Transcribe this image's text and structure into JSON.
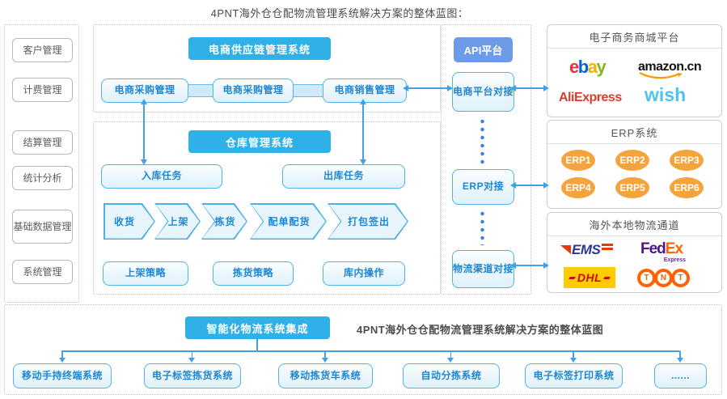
{
  "title": "4PNT海外仓仓配物流管理系统解决方案的整体蓝图：",
  "sidebar": {
    "items": [
      "客户管理",
      "计费管理",
      "结算管理",
      "统计分析",
      "基础数据管理",
      "系统管理"
    ]
  },
  "supply": {
    "header": "电商供应链管理系统",
    "modules": [
      "电商采购管理",
      "电商采购管理",
      "电商销售管理"
    ]
  },
  "warehouse": {
    "header": "仓库管理系统",
    "inbound": "入库任务",
    "outbound": "出库任务",
    "steps": [
      "收货",
      "上架",
      "拣货",
      "配单配货",
      "打包签出"
    ],
    "strategies": [
      "上架策略",
      "拣货策略",
      "库内操作"
    ]
  },
  "api": {
    "header": "API平台",
    "nodes": [
      "电商平台对接",
      "ERP对接",
      "物流渠道对接"
    ]
  },
  "platforms": {
    "header": "电子商务商城平台",
    "ebay": [
      "e",
      "b",
      "a",
      "y"
    ],
    "amazon": "amazon.cn",
    "aliexpress": "AliExpress",
    "wish": "wish"
  },
  "erp": {
    "header": "ERP系统",
    "items": [
      "ERP1",
      "ERP2",
      "ERP3",
      "ERP4",
      "ERP5",
      "ERP6"
    ]
  },
  "logistics": {
    "header": "海外本地物流通道",
    "ems": "EMS",
    "fedex_fed": "Fed",
    "fedex_ex": "Ex",
    "fedex_sub": "Express",
    "dhl": "DHL",
    "tnt": [
      "T",
      "N",
      "T"
    ]
  },
  "bottom": {
    "header": "智能化物流系统集成",
    "caption": "4PNT海外仓仓配物流管理系统解决方案的整体蓝图",
    "systems": [
      "移动手持终端系统",
      "电子标签拣货系统",
      "移动拣货车系统",
      "自动分拣系统",
      "电子标签打印系统",
      "......"
    ]
  },
  "colors": {
    "accent_blue": "#2fb0e7",
    "api_blue": "#6c9be8",
    "node_fill": "#e9f5fc",
    "node_border": "#54b2e6",
    "node_text": "#1e86d2",
    "erp_orange": "#f5a33c",
    "arrow_blue": "#41a0e6"
  }
}
